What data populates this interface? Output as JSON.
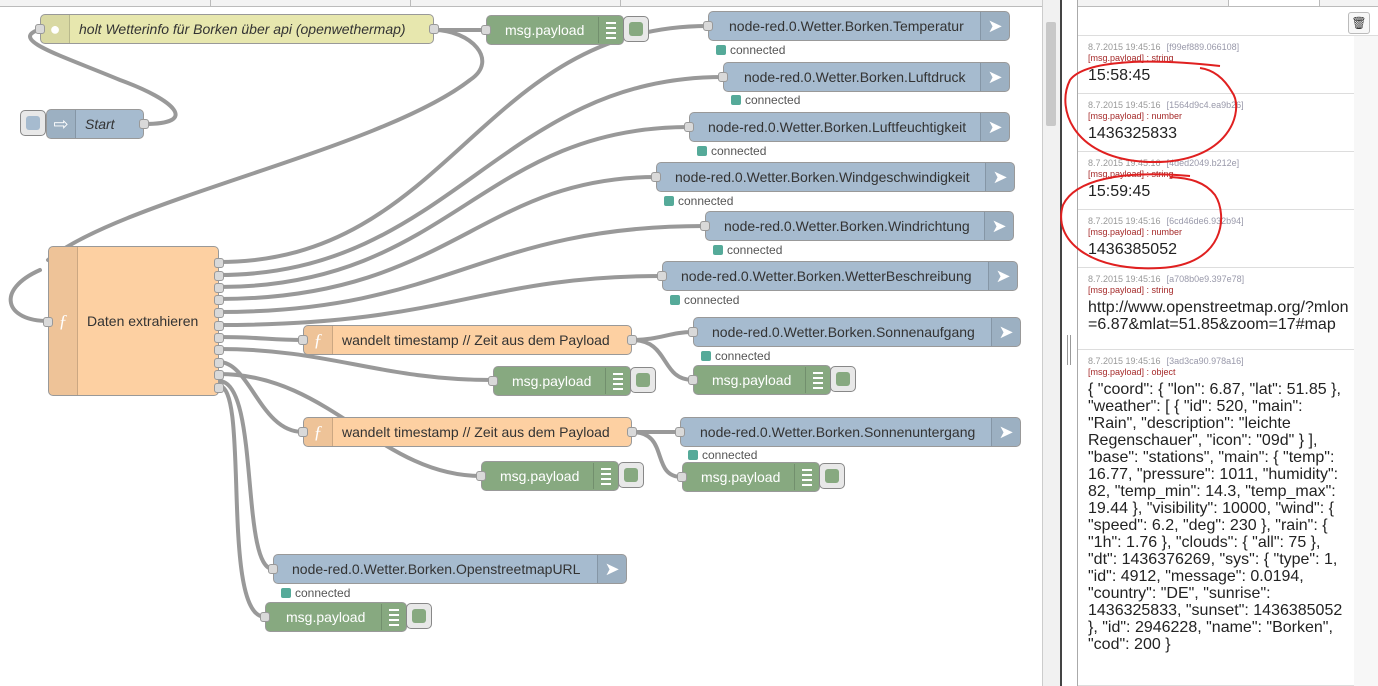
{
  "flow": {
    "http_node_label": "holt Wetterinfo für Borken über api (openwethermap)",
    "inject_label": "Start",
    "function_label": "Daten extrahieren",
    "ts_function_1": "wandelt timestamp // Zeit aus dem Payload",
    "ts_function_2": "wandelt timestamp // Zeit aus dem Payload",
    "debug_label": "msg.payload",
    "status_connected": "connected",
    "mqtt_nodes": [
      "node-red.0.Wetter.Borken.Temperatur",
      "node-red.0.Wetter.Borken.Luftdruck",
      "node-red.0.Wetter.Borken.Luftfeuchtigkeit",
      "node-red.0.Wetter.Borken.Windgeschwindigkeit",
      "node-red.0.Wetter.Borken.Windrichtung",
      "node-red.0.Wetter.Borken.WetterBeschreibung",
      "node-red.0.Wetter.Borken.Sonnenaufgang",
      "node-red.0.Wetter.Borken.Sonnenuntergang",
      "node-red.0.Wetter.Borken.OpenstreetmapURL"
    ]
  },
  "debug": {
    "messages": [
      {
        "time": "8.7.2015 19:45:16",
        "id": "[f99ef889.066108]",
        "type": "[msg.payload] : string",
        "payload": "15:58:45"
      },
      {
        "time": "8.7.2015 19:45:16",
        "id": "[1564d9c4.ea9b26]",
        "type": "[msg.payload] : number",
        "payload": "1436325833"
      },
      {
        "time": "8.7.2015 19:45:16",
        "id": "[4ded2049.b212e]",
        "type": "[msg.payload] : string",
        "payload": "15:59:45"
      },
      {
        "time": "8.7.2015 19:45:16",
        "id": "[6cd46de6.932b94]",
        "type": "[msg.payload] : number",
        "payload": "1436385052"
      },
      {
        "time": "8.7.2015 19:45:16",
        "id": "[a708b0e9.397e78]",
        "type": "[msg.payload] : string",
        "payload": "http://www.openstreetmap.org/?mlon=6.87&mlat=51.85&zoom=17#map"
      },
      {
        "time": "8.7.2015 19:45:16",
        "id": "[3ad3ca90.978a16]",
        "type": "[msg.payload] : object",
        "payload": "{ \"coord\": { \"lon\": 6.87, \"lat\": 51.85 }, \"weather\": [ { \"id\": 520, \"main\": \"Rain\", \"description\": \"leichte Regenschauer\", \"icon\": \"09d\" } ], \"base\": \"stations\", \"main\": { \"temp\": 16.77, \"pressure\": 1011, \"humidity\": 82, \"temp_min\": 14.3, \"temp_max\": 19.44 }, \"visibility\": 10000, \"wind\": { \"speed\": 6.2, \"deg\": 230 }, \"rain\": { \"1h\": 1.76 }, \"clouds\": { \"all\": 75 }, \"dt\": 1436376269, \"sys\": { \"type\": 1, \"id\": 4912, \"message\": 0.0194, \"country\": \"DE\", \"sunrise\": 1436325833, \"sunset\": 1436385052 }, \"id\": 2946228, \"name\": \"Borken\", \"cod\": 200 }"
      }
    ]
  },
  "icons": {
    "trash": "trash-icon",
    "globe": "globe-icon",
    "arrow": "arrow-right-icon",
    "function": "function-icon",
    "list": "list-icon"
  }
}
